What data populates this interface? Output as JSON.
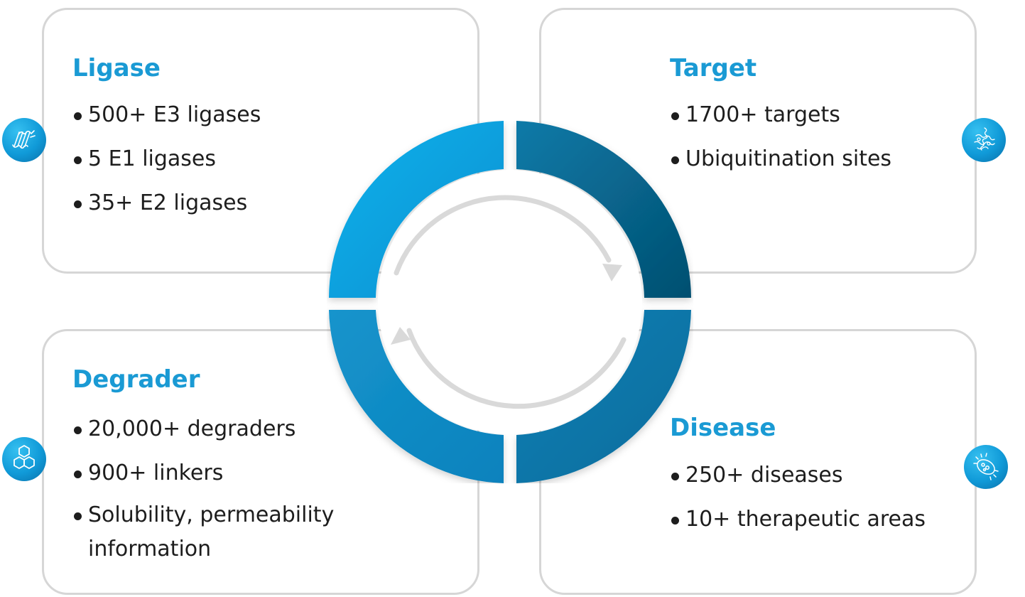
{
  "quadrants": {
    "ligase": {
      "title": "Ligase",
      "items": [
        "500+ E3 ligases",
        "5 E1 ligases",
        "35+ E2 ligases"
      ],
      "icon": "dna-icon"
    },
    "target": {
      "title": "Target",
      "items": [
        "1700+ targets",
        "Ubiquitination sites"
      ],
      "icon": "protein-icon"
    },
    "degrader": {
      "title": "Degrader",
      "items": [
        "20,000+ degraders",
        "900+ linkers",
        "Solubility, permeability information"
      ],
      "icon": "molecule-icon"
    },
    "disease": {
      "title": "Disease",
      "items": [
        "250+ diseases",
        "10+ therapeutic areas"
      ],
      "icon": "bacteria-icon"
    }
  },
  "colors": {
    "title": "#1a9ad4",
    "ring_light": "#08a8e4",
    "ring_dark": "#05698f",
    "ring_mid": "#0f88bf",
    "card_border": "#d6d6d6",
    "arrow": "#d9d9d9"
  }
}
